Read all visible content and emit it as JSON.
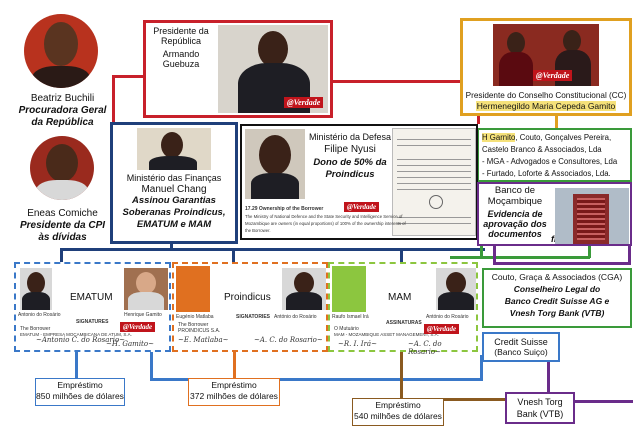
{
  "people": {
    "buchili": {
      "name": "Beatriz Buchili",
      "role_line1": "Procuradora Geral",
      "role_line2": "da República"
    },
    "comiche": {
      "name": "Eneas Comiche",
      "role_line1": "Presidente da CPI",
      "role_line2": "às dívidas"
    },
    "guebuza": {
      "title": "Presidente da República",
      "name": "Armando Guebuza"
    },
    "gamito_cc": {
      "title": "Presidente do Conselho Constitucional (CC)",
      "name": "Hermenegildo Maria Cepeda Gamito"
    },
    "chang": {
      "org": "Ministério das Finanças",
      "name": "Manuel Chang",
      "role_line1": "Assinou Garantias",
      "role_line2": "Soberanas Proindicus,",
      "role_line3": "EMATUM e MAM"
    },
    "nyusi": {
      "org": "Ministério da Defesa",
      "name": "Filipe Nyusi",
      "role_line1": "Dono de 50% da",
      "role_line2": "Proindicus"
    }
  },
  "law_firms": {
    "items": [
      {
        "highlight": "H Garnito",
        "rest": ", Couto, Gonçalves Pereira,"
      },
      {
        "highlight": "",
        "rest": "Castelo Branco & Associados, Lda"
      },
      {
        "highlight": "",
        "rest": "- MGA - Advogados e Consultores, Lda"
      },
      {
        "highlight": "",
        "rest": "- Furtado, Loforte & Associados, Lda."
      }
    ]
  },
  "banco": {
    "name1": "Banco de",
    "name2": "Moçambique",
    "role_line1": "Evidencia de",
    "role_line2": "aprovação dos",
    "role_line3": "documentos",
    "role_line4": "financeiros"
  },
  "cga": {
    "name": "Couto, Graça & Associados (CGA)",
    "role_line1": "Conselheiro Legal do",
    "role_line2": "Banco Credit Suisse AG e",
    "role_line3": "Vnesh Torg Bank (VTB)"
  },
  "credit_suisse": {
    "name": "Credit Suisse",
    "sub": "(Banco Suiço)"
  },
  "vnesh": {
    "name1": "Vnesh Torg",
    "name2": "Bank (VTB)"
  },
  "companies": {
    "ematum": {
      "name": "EMATUM",
      "person1": "Antonio do Rosário",
      "person2": "Henrique Gamito",
      "doc_heading": "SIGNATURES",
      "doc_line1": "The Borrower",
      "doc_line2": "EMATUM - EMPRESA MOÇAMBICANA DE ATUM, S.A."
    },
    "proindicus": {
      "name": "Proindicus",
      "person1": "Eugénio Matlaba",
      "person2": "António do Rosário",
      "doc_heading": "SIGNATORIES",
      "doc_line1": "The Borrower",
      "doc_line2": "PROINDICUS S.A."
    },
    "mam": {
      "name": "MAM",
      "person1": "Raufo Ismael Irá",
      "person2": "António do Rosário",
      "doc_heading": "ASSINATURAS",
      "doc_line1": "O Mutuário",
      "doc_line2": "MAM - MOZAMBIQUE ASSET MANAGEMENT, S.A."
    }
  },
  "loans": {
    "ematum": {
      "label": "Empréstimo",
      "amount": "850 milhões de dólares"
    },
    "proindicus": {
      "label": "Empréstimo",
      "amount": "372 milhões de dólares"
    },
    "mam": {
      "label": "Empréstimo",
      "amount": "540 milhões de dólares"
    }
  },
  "document_nyusi": {
    "line1": "17.29   Ownership of the Borrower",
    "line2": "The Ministry of National Defence and the State Security and Intelligence Service of",
    "line3": "Mozambique are owners (in equal proportions) of 100% of the ownership interests of",
    "line4": "the Borrower."
  },
  "watermark": "@Verdade",
  "colors": {
    "red": "#c8202a",
    "gold": "#e0a020",
    "navy": "#1f3f7a",
    "green": "#3a9a3a",
    "purple": "#6a2c8a",
    "orange": "#e07020",
    "blue": "#3a78c8",
    "lime": "#8cc63f",
    "brown": "#8a5a20",
    "teal": "#2a7a9a"
  }
}
